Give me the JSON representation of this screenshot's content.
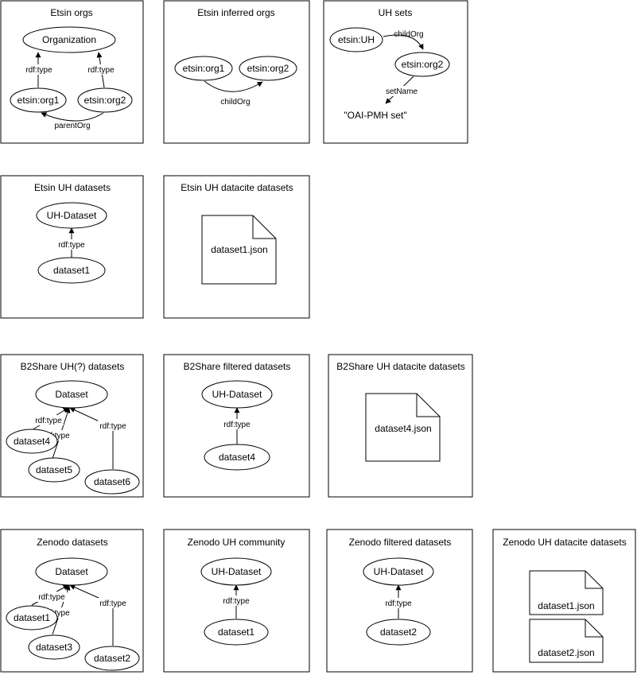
{
  "panels": {
    "etsin_orgs": {
      "title": "Etsin orgs",
      "nodes": {
        "organization": "Organization",
        "org1": "etsin:org1",
        "org2": "etsin:org2"
      },
      "edges": {
        "type1": "rdf:type",
        "type2": "rdf:type",
        "parent": "parentOrg"
      }
    },
    "etsin_inferred": {
      "title": "Etsin inferred orgs",
      "nodes": {
        "org1": "etsin:org1",
        "org2": "etsin:org2"
      },
      "edges": {
        "child": "childOrg"
      }
    },
    "uh_sets": {
      "title": "UH sets",
      "nodes": {
        "uh": "etsin:UH",
        "org2": "etsin:org2"
      },
      "edges": {
        "child": "childOrg",
        "setname": "setName"
      },
      "literal": "\"OAI-PMH set\""
    },
    "etsin_uh_datasets": {
      "title": "Etsin UH datasets",
      "nodes": {
        "uh_dataset": "UH-Dataset",
        "dataset1": "dataset1"
      },
      "edges": {
        "type": "rdf:type"
      }
    },
    "etsin_uh_datacite": {
      "title": "Etsin UH datacite datasets",
      "files": [
        "dataset1.json"
      ]
    },
    "b2share_uh": {
      "title": "B2Share UH(?) datasets",
      "nodes": {
        "dataset": "Dataset",
        "dataset4": "dataset4",
        "dataset5": "dataset5",
        "dataset6": "dataset6"
      },
      "edges": {
        "type4": "rdf:type",
        "type5": "rdf:type",
        "type6": "rdf:type"
      }
    },
    "b2share_filtered": {
      "title": "B2Share filtered datasets",
      "nodes": {
        "uh_dataset": "UH-Dataset",
        "dataset4": "dataset4"
      },
      "edges": {
        "type": "rdf:type"
      }
    },
    "b2share_uh_datacite": {
      "title": "B2Share UH datacite datasets",
      "files": [
        "dataset4.json"
      ]
    },
    "zenodo_datasets": {
      "title": "Zenodo datasets",
      "nodes": {
        "dataset": "Dataset",
        "dataset1": "dataset1",
        "dataset3": "dataset3",
        "dataset2": "dataset2"
      },
      "edges": {
        "type1": "rdf:type",
        "type3": "rdf:type",
        "type2": "rdf:type"
      }
    },
    "zenodo_uh_community": {
      "title": "Zenodo UH community",
      "nodes": {
        "uh_dataset": "UH-Dataset",
        "dataset1": "dataset1"
      },
      "edges": {
        "type": "rdf:type"
      }
    },
    "zenodo_filtered": {
      "title": "Zenodo filtered datasets",
      "nodes": {
        "uh_dataset": "UH-Dataset",
        "dataset2": "dataset2"
      },
      "edges": {
        "type": "rdf:type"
      }
    },
    "zenodo_uh_datacite": {
      "title": "Zenodo UH datacite datasets",
      "files": [
        "dataset1.json",
        "dataset2.json"
      ]
    }
  }
}
